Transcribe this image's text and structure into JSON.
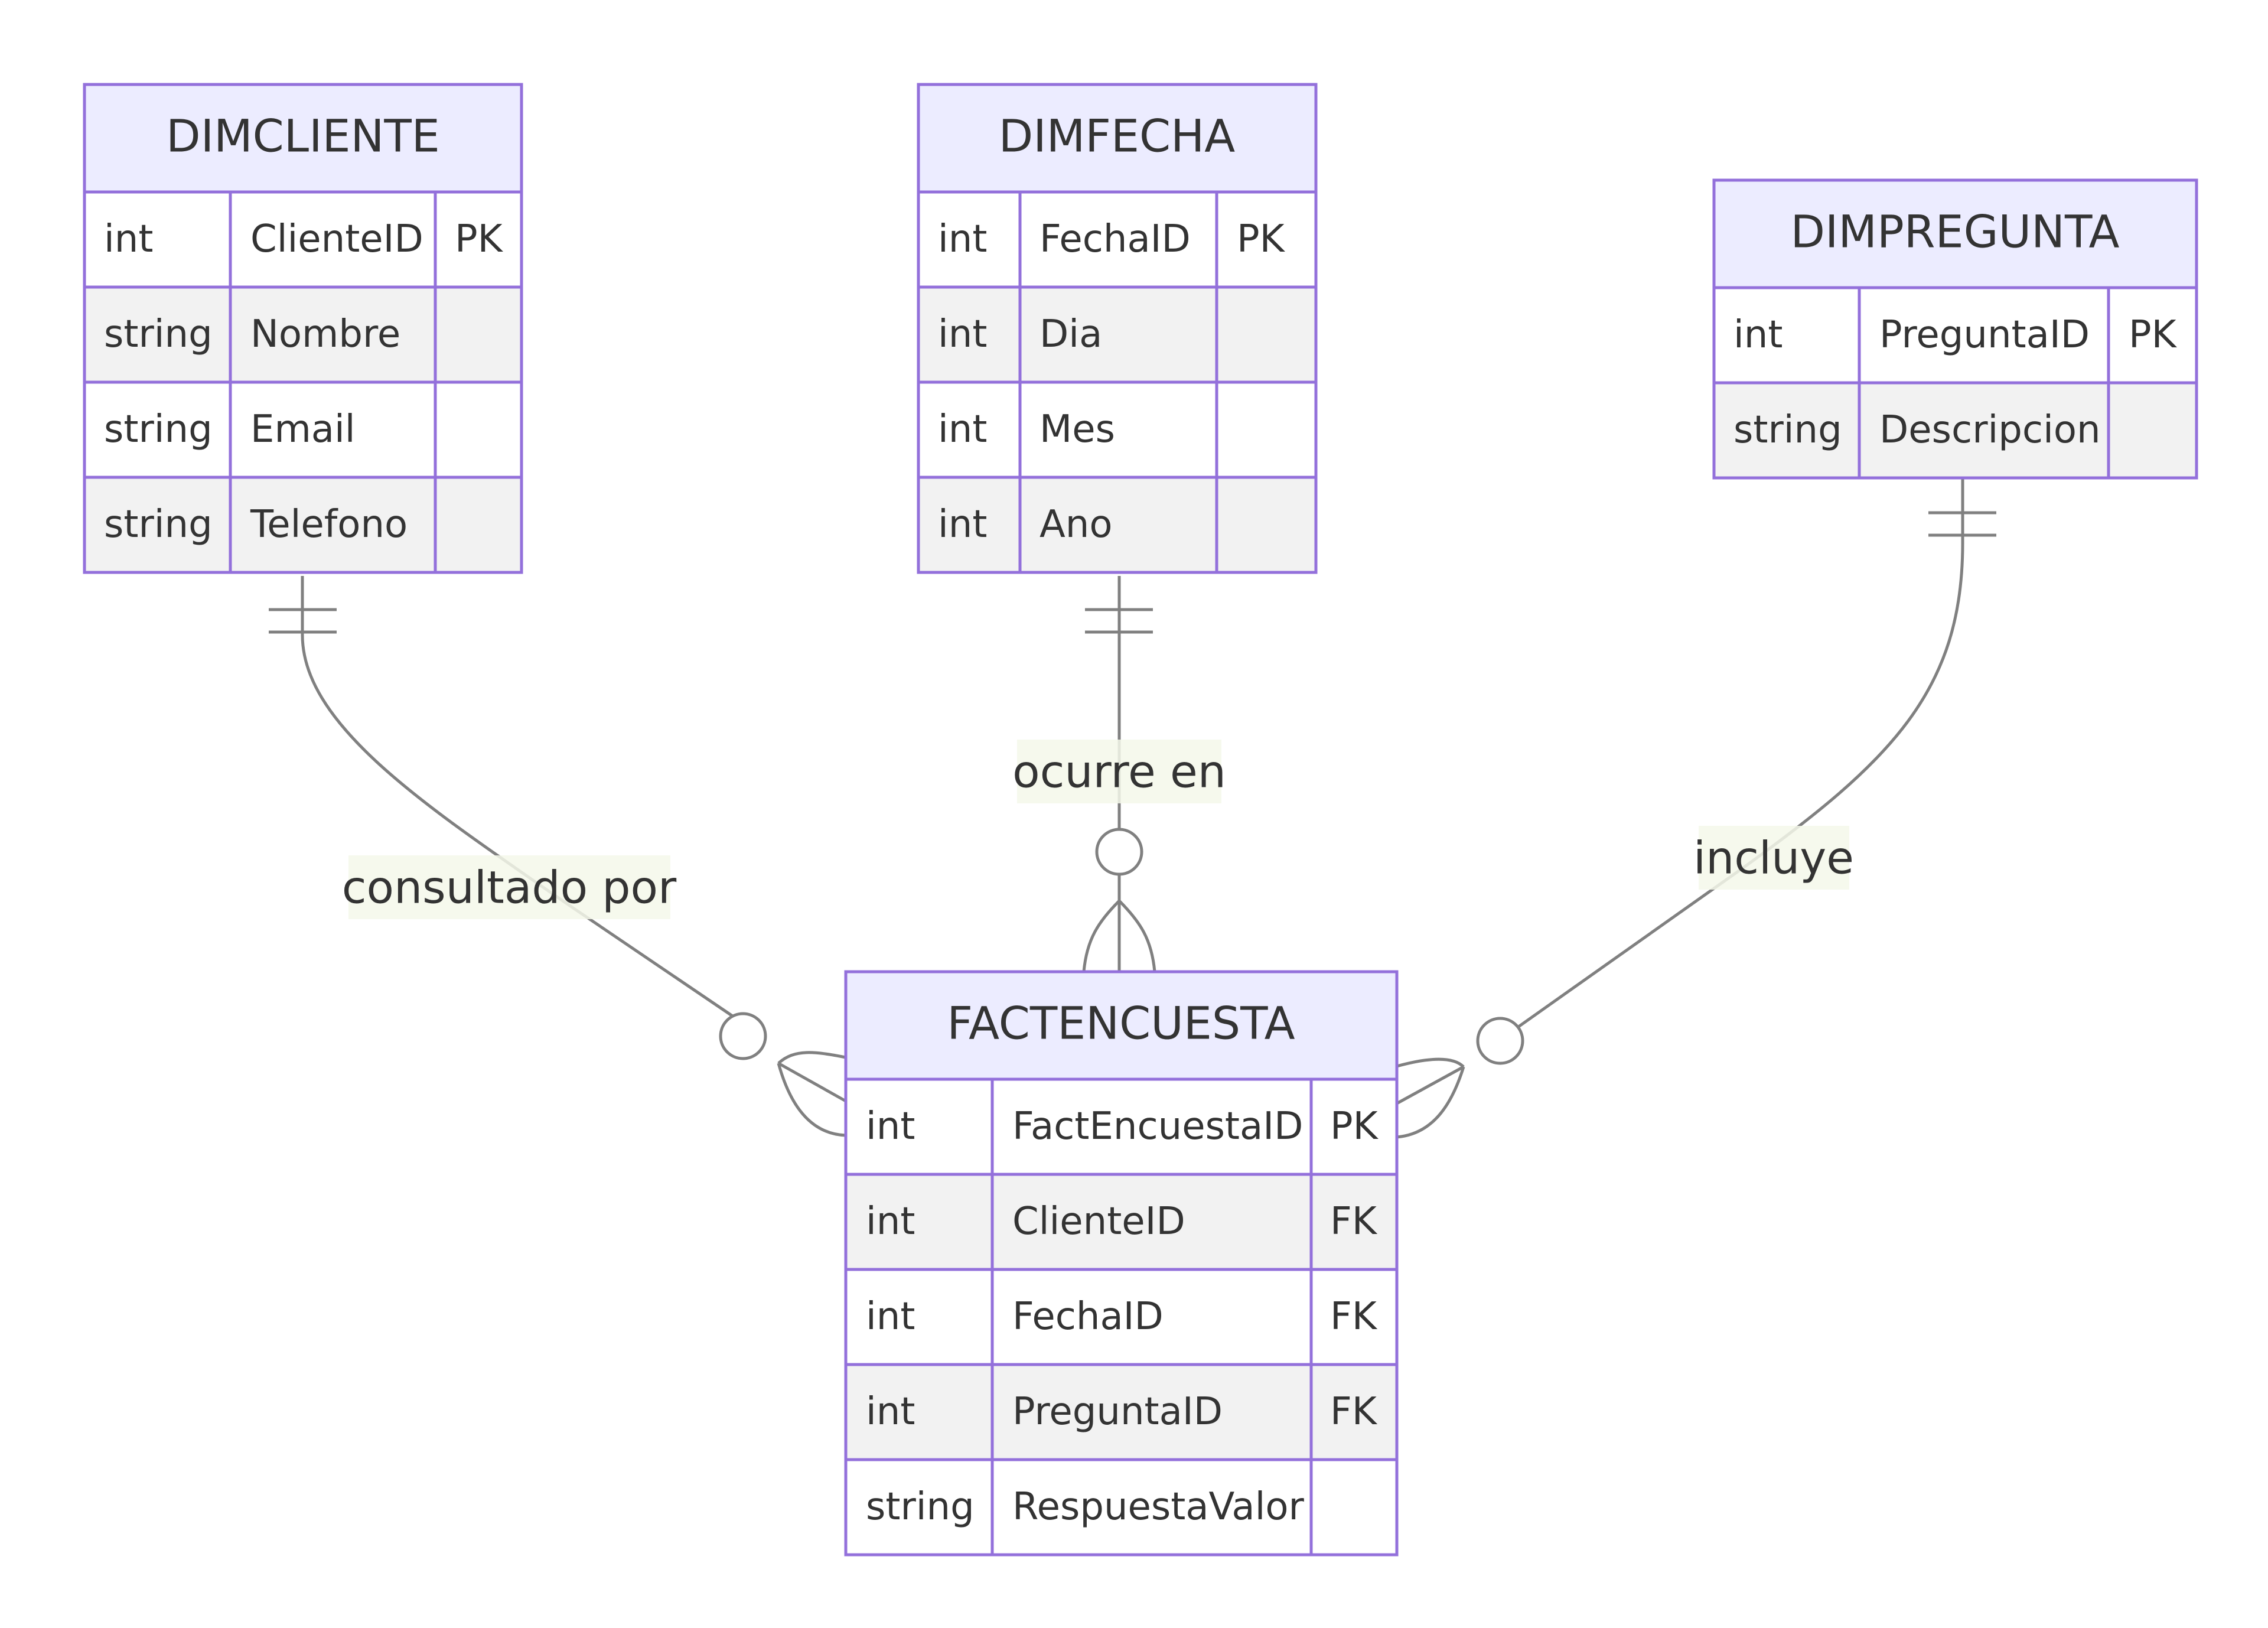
{
  "entities": {
    "dimcliente": {
      "name": "DIMCLIENTE",
      "attributes": [
        {
          "type": "int",
          "name": "ClienteID",
          "key": "PK"
        },
        {
          "type": "string",
          "name": "Nombre",
          "key": ""
        },
        {
          "type": "string",
          "name": "Email",
          "key": ""
        },
        {
          "type": "string",
          "name": "Telefono",
          "key": ""
        }
      ]
    },
    "dimfecha": {
      "name": "DIMFECHA",
      "attributes": [
        {
          "type": "int",
          "name": "FechaID",
          "key": "PK"
        },
        {
          "type": "int",
          "name": "Dia",
          "key": ""
        },
        {
          "type": "int",
          "name": "Mes",
          "key": ""
        },
        {
          "type": "int",
          "name": "Ano",
          "key": ""
        }
      ]
    },
    "dimpregunta": {
      "name": "DIMPREGUNTA",
      "attributes": [
        {
          "type": "int",
          "name": "PreguntaID",
          "key": "PK"
        },
        {
          "type": "string",
          "name": "Descripcion",
          "key": ""
        }
      ]
    },
    "factencuesta": {
      "name": "FACTENCUESTA",
      "attributes": [
        {
          "type": "int",
          "name": "FactEncuestaID",
          "key": "PK"
        },
        {
          "type": "int",
          "name": "ClienteID",
          "key": "FK"
        },
        {
          "type": "int",
          "name": "FechaID",
          "key": "FK"
        },
        {
          "type": "int",
          "name": "PreguntaID",
          "key": "FK"
        },
        {
          "type": "string",
          "name": "RespuestaValor",
          "key": ""
        }
      ]
    }
  },
  "relationships": [
    {
      "from": "DIMCLIENTE",
      "to": "FACTENCUESTA",
      "label": "consultado por",
      "from_cardinality": "exactly-one",
      "to_cardinality": "zero-or-more"
    },
    {
      "from": "DIMFECHA",
      "to": "FACTENCUESTA",
      "label": "ocurre en",
      "from_cardinality": "exactly-one",
      "to_cardinality": "zero-or-more"
    },
    {
      "from": "DIMPREGUNTA",
      "to": "FACTENCUESTA",
      "label": "incluye",
      "from_cardinality": "exactly-one",
      "to_cardinality": "zero-or-more"
    }
  ],
  "colors": {
    "entity_header": "#ececff",
    "entity_border": "#9370db",
    "row_alt": "#f2f2f2",
    "line": "#808080",
    "label_bg": "#f4f8ea",
    "text": "#333333"
  }
}
